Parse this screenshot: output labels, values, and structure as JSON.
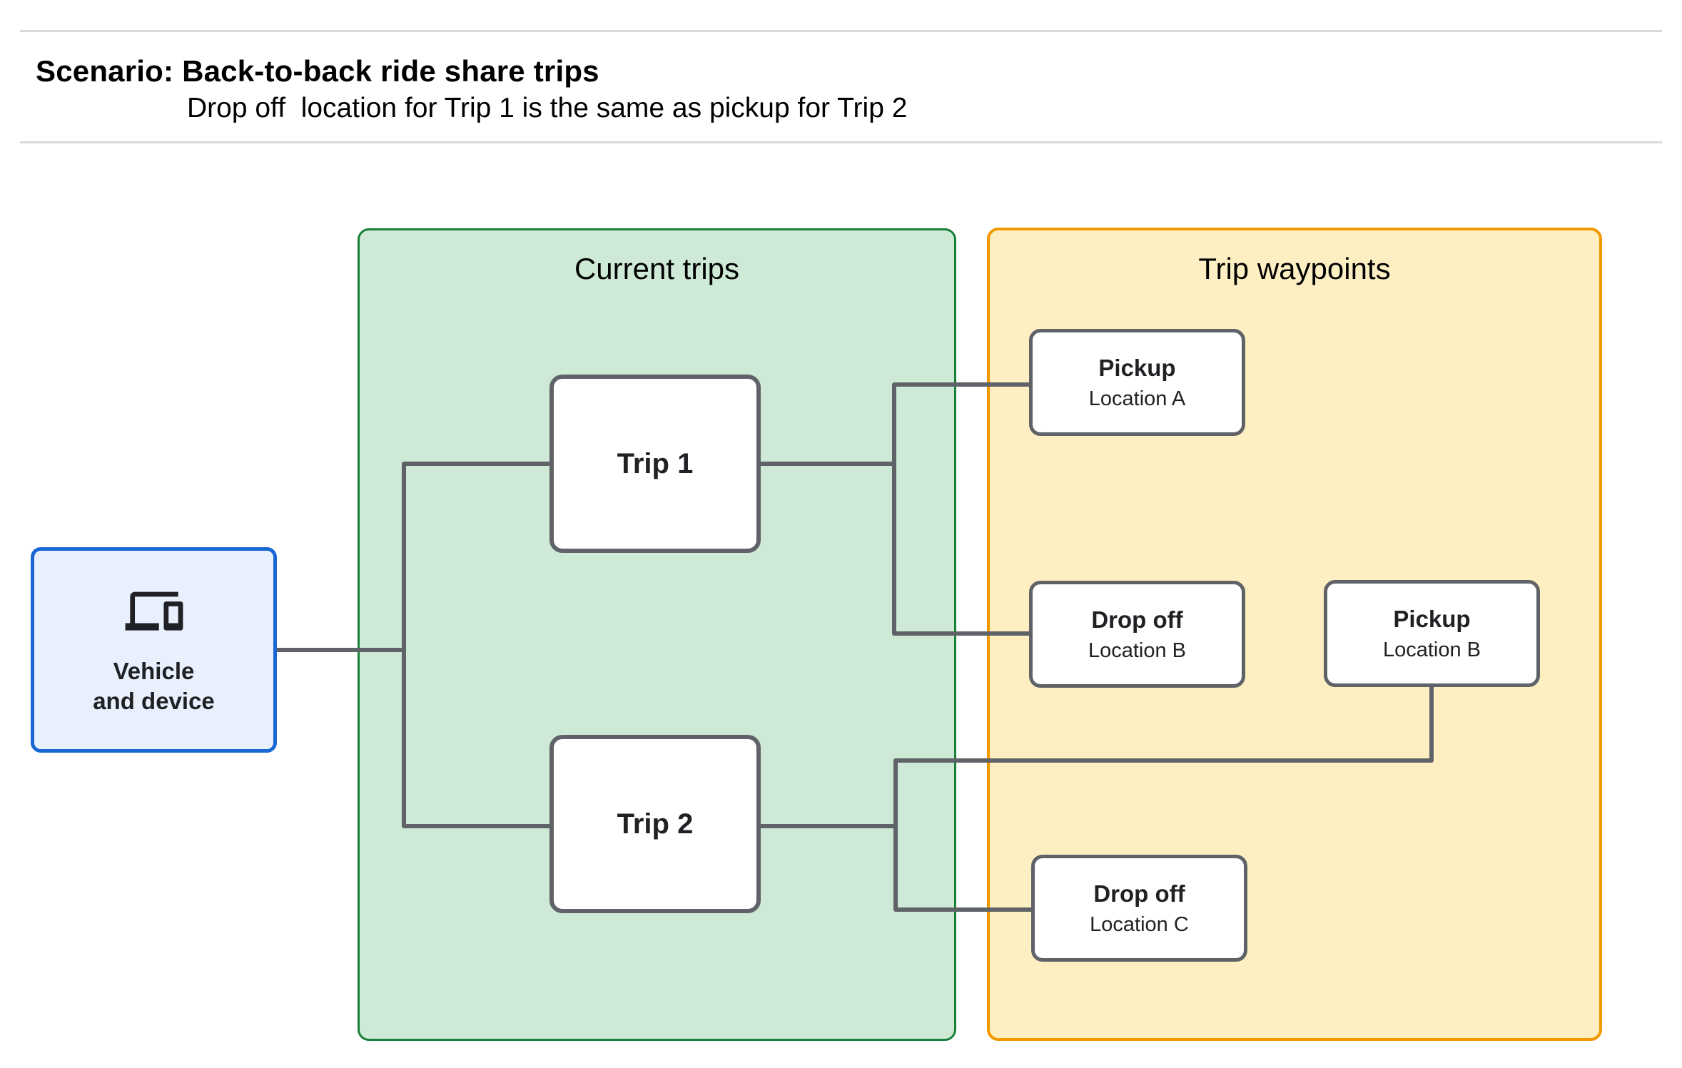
{
  "header": {
    "title": "Scenario: Back-to-back ride share trips",
    "subtitle": "Drop off  location for Trip 1 is the same as pickup for Trip 2"
  },
  "vehicle": {
    "label": "Vehicle\nand device",
    "icon": "devices-icon"
  },
  "groups": {
    "current_trips": {
      "title": "Current trips"
    },
    "trip_waypoints": {
      "title": "Trip waypoints"
    }
  },
  "nodes": {
    "trip1": {
      "label": "Trip 1"
    },
    "trip2": {
      "label": "Trip 2"
    },
    "pickup_a": {
      "title": "Pickup",
      "subtitle": "Location A"
    },
    "dropoff_b": {
      "title": "Drop off",
      "subtitle": "Location B"
    },
    "pickup_b": {
      "title": "Pickup",
      "subtitle": "Location B"
    },
    "dropoff_c": {
      "title": "Drop off",
      "subtitle": "Location C"
    }
  },
  "colors": {
    "vehicle-fill": "#E8F0FE",
    "vehicle-border": "#1967D2",
    "green-fill": "#CEEAD6",
    "green-border": "#188038",
    "yellow-fill": "#FEEFC3",
    "yellow-border": "#F29900",
    "node-border": "#5F6368",
    "connector": "#5F6368",
    "text": "#202124",
    "rule": "#D9D9D9"
  }
}
